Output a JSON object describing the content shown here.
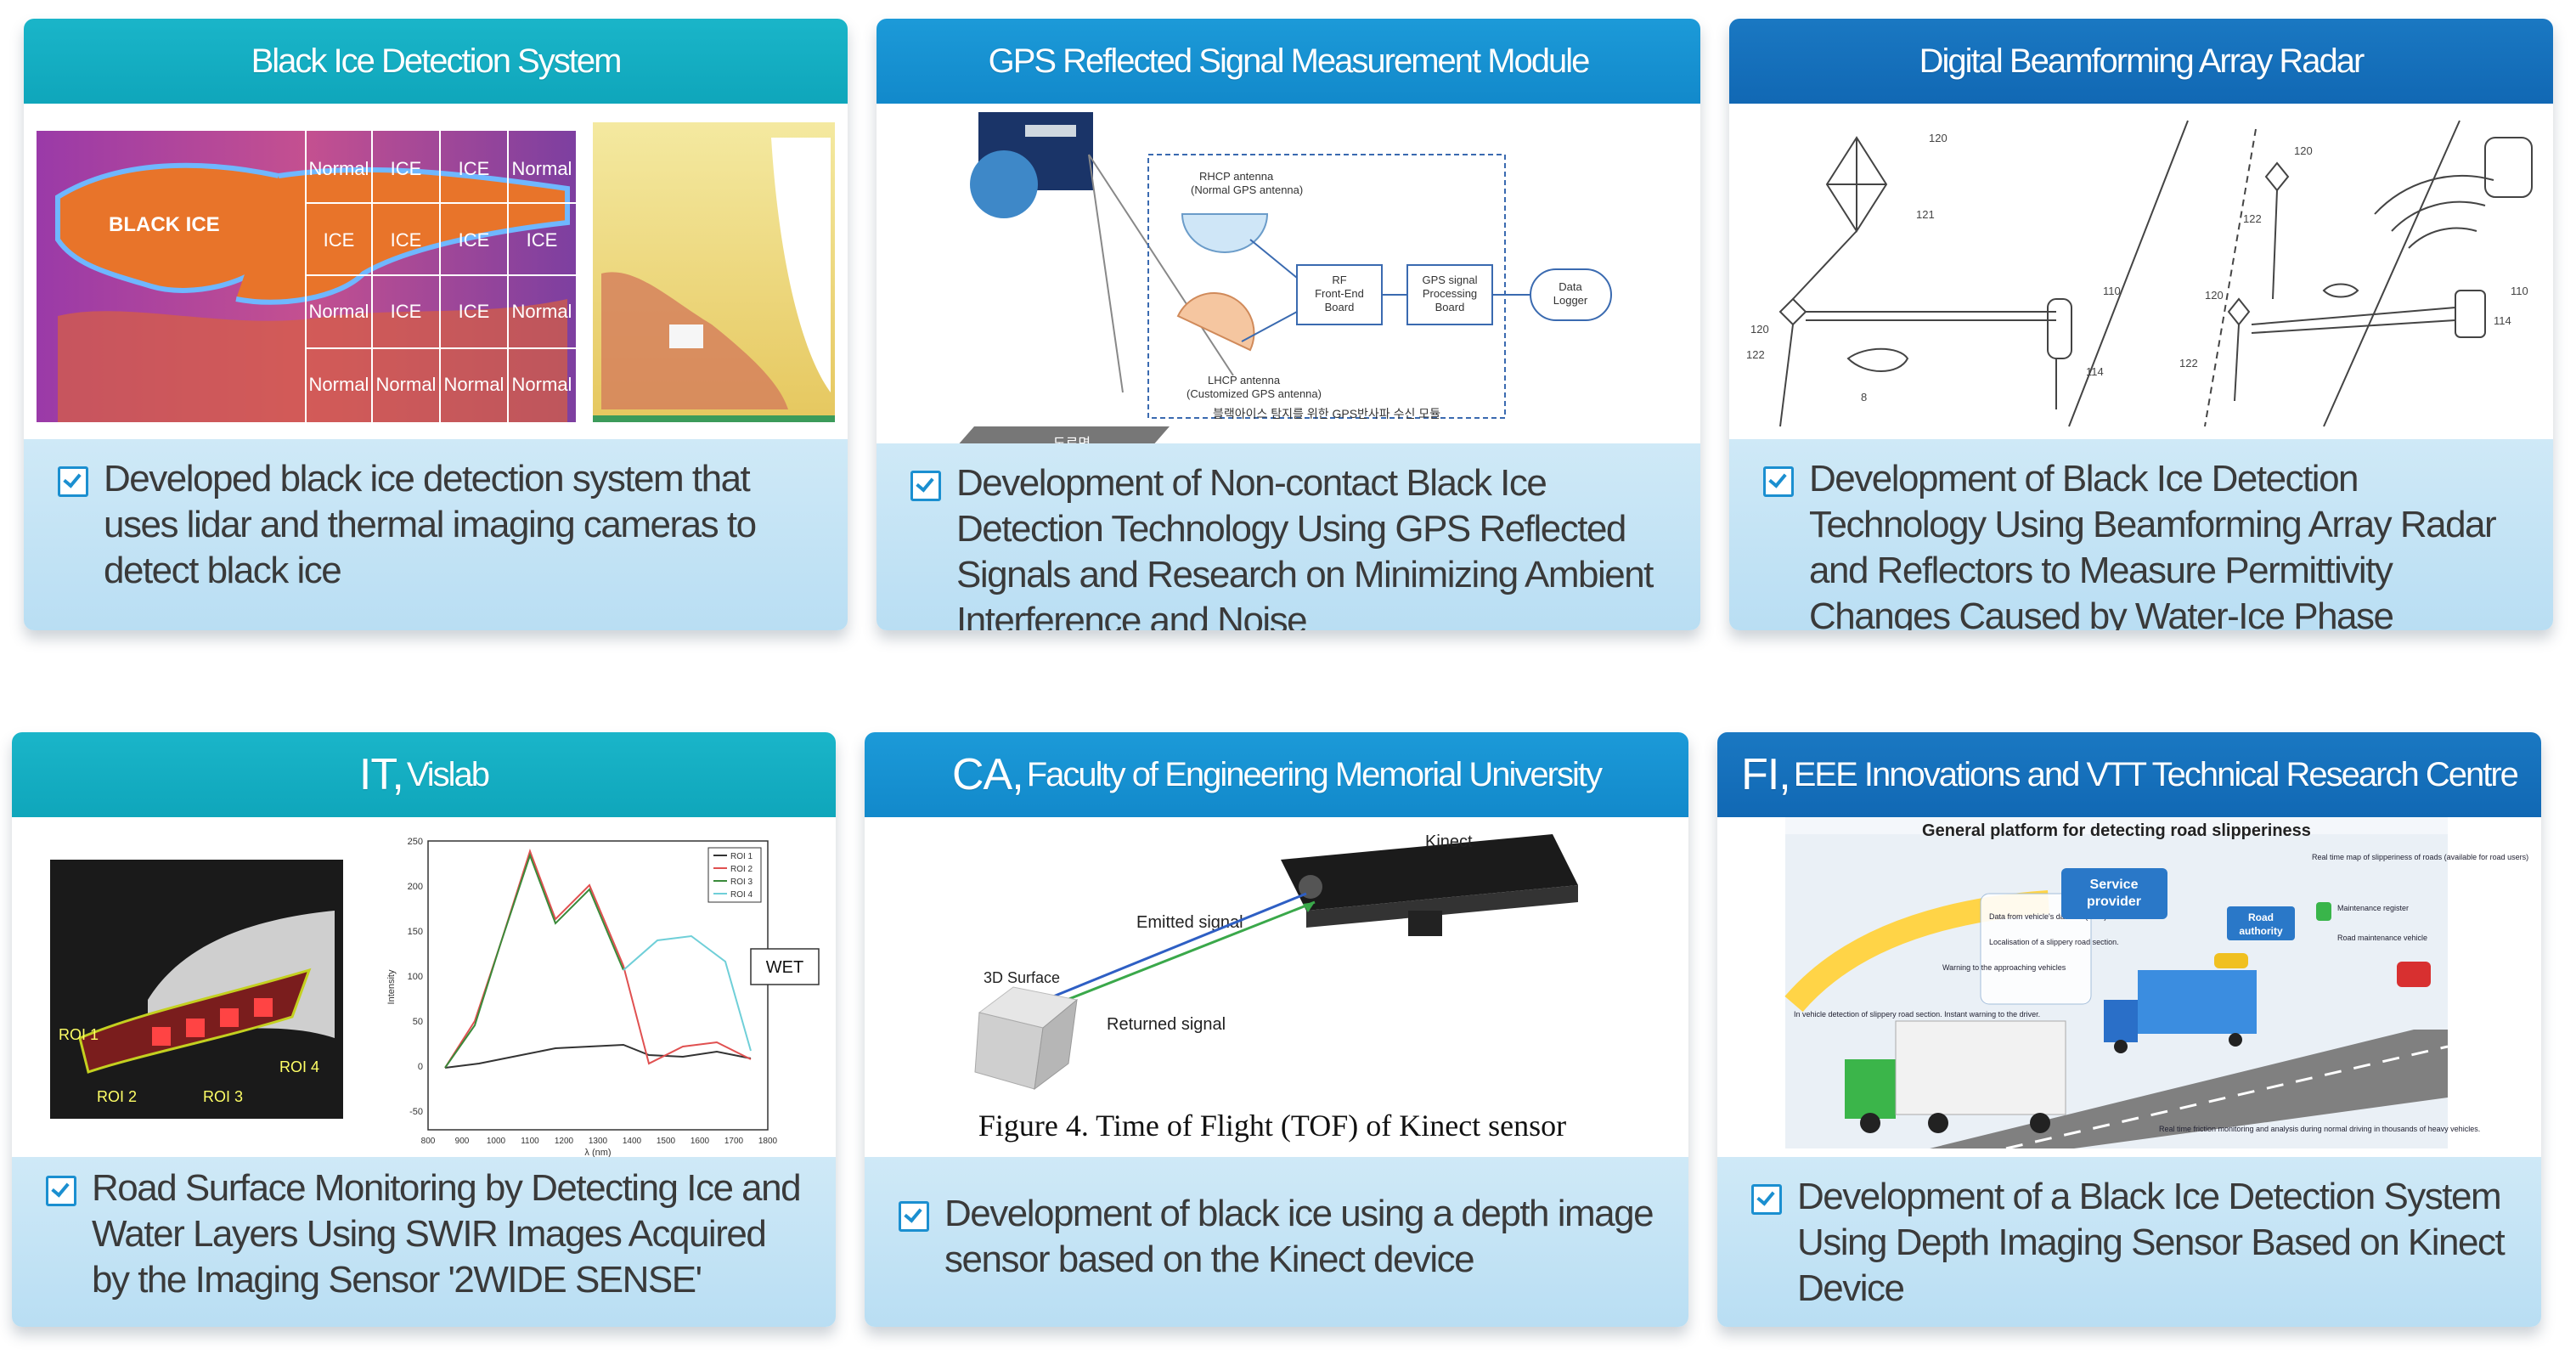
{
  "cards": [
    {
      "title": "Black Ice Detection System",
      "description": "Developed black ice detection system that uses lidar and thermal imaging cameras to detect black ice",
      "figure": {
        "black_ice_label": "BLACK ICE",
        "grid": [
          [
            "Normal",
            "ICE",
            "ICE",
            "Normal"
          ],
          [
            "ICE",
            "ICE",
            "ICE",
            "ICE"
          ],
          [
            "Normal",
            "ICE",
            "ICE",
            "Normal"
          ],
          [
            "Normal",
            "Normal",
            "Normal",
            "Normal"
          ]
        ]
      }
    },
    {
      "title": "GPS Reflected Signal Measurement Module",
      "description": "Development of Non-contact Black Ice Detection Technology Using GPS Reflected Signals and Research on Minimizing Ambient Interference and Noise",
      "figure": {
        "rhcp": "RHCP antenna",
        "rhcp_sub": "(Normal GPS antenna)",
        "lhcp": "LHCP antenna",
        "lhcp_sub": "(Customized GPS antenna)",
        "rf": [
          "RF",
          "Front-End",
          "Board"
        ],
        "gps": [
          "GPS signal",
          "Processing",
          "Board"
        ],
        "logger": [
          "Data",
          "Logger"
        ],
        "road": "도로면",
        "caption": "블랙아이스 탐지를 위한 GPS반사파 수신 모듈"
      }
    },
    {
      "title": "Digital Beamforming Array Radar",
      "description": "Development of Black Ice Detection Technology Using Beamforming Array Radar and Reflectors to Measure Permittivity Changes Caused by Water-Ice Phase Transitions",
      "figure": {
        "labels": [
          "120",
          "121",
          "110",
          "120",
          "122",
          "114",
          "120",
          "120",
          "122",
          "110",
          "114",
          "122",
          "8"
        ]
      }
    },
    {
      "title_prefix": "IT,",
      "title": "Vislab",
      "description": "Road Surface Monitoring by Detecting Ice and Water Layers Using SWIR Images Acquired by the Imaging Sensor '2WIDE SENSE'",
      "figure": {
        "roi_labels": [
          "ROI 1",
          "ROI 2",
          "ROI 3",
          "ROI 4"
        ],
        "wet_label": "WET",
        "legend": [
          "ROI 1",
          "ROI 2",
          "ROI 3",
          "ROI 4"
        ],
        "y_ticks": [
          "250",
          "200",
          "150",
          "100",
          "50",
          "0",
          "-50"
        ],
        "x_ticks": [
          "800",
          "900",
          "1000",
          "1100",
          "1200",
          "1300",
          "1400",
          "1500",
          "1600",
          "1700",
          "1800"
        ],
        "x_label": "λ (nm)",
        "y_label": "Intensity"
      }
    },
    {
      "title_prefix": "CA,",
      "title": "Faculty of Engineering Memorial University",
      "description": "Development of black ice using a depth image sensor based on the Kinect device",
      "figure": {
        "kinect": "Kinect",
        "emitted": "Emitted signal",
        "surface": "3D Surface",
        "returned": "Returned signal",
        "caption": "Figure 4.  Time of Flight (TOF) of Kinect sensor"
      }
    },
    {
      "title_prefix": "FI,",
      "title": "EEE Innovations and VTT Technical Research Centre",
      "description": "Development of a Black Ice Detection System Using Depth Imaging Sensor Based on Kinect Device",
      "figure": {
        "heading": "General platform for detecting road slipperiness",
        "service": [
          "Service",
          "provider"
        ],
        "road_authority": [
          "Road",
          "authority"
        ],
        "maintenance_register": "Maintenance register",
        "road_maintenance": "Road maintenance vehicle",
        "realtime_map": "Real time map of slipperiness of roads (available for road users)",
        "data_vehicle": "Data from vehicle's databus (CAN).",
        "localisation": "Localisation of a slippery road section.",
        "warning": "Warning to the approaching vehicles",
        "invehicle": "In vehicle detection of slippery road section. Instant warning to the driver.",
        "friction": "Real time friction monitoring and analysis during normal driving in thousands of heavy vehicles."
      }
    }
  ],
  "colors": {
    "header_teal": "#12abc0",
    "header_blue": "#1891d3",
    "header_dark": "#146fb9",
    "desc_bg": "#c6e4f5",
    "check": "#1b8fd0"
  }
}
